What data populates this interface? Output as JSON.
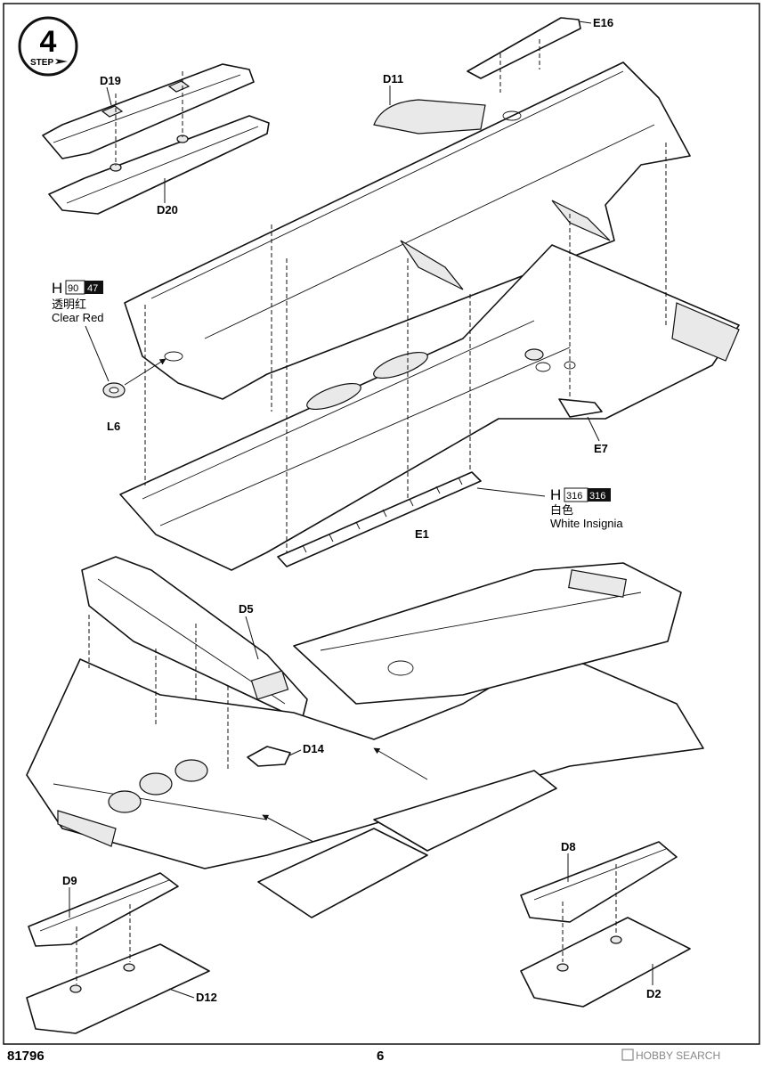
{
  "step": {
    "number": "4",
    "word": "STEP"
  },
  "parts": [
    "D19",
    "D20",
    "D11",
    "E16",
    "E7",
    "L6",
    "E1",
    "D5",
    "D14",
    "D9",
    "D12",
    "D8",
    "D2"
  ],
  "paints": [
    {
      "code": "H",
      "number": "90",
      "alt": "47",
      "name_cn": "透明红",
      "name_en": "Clear Red"
    },
    {
      "code": "H",
      "number": "316",
      "alt": "316",
      "name_cn": "白色",
      "name_en": "White Insignia"
    }
  ],
  "footer": {
    "kit_number": "81796",
    "page": "6",
    "watermark": "HOBBY SEARCH"
  },
  "colors": {
    "ink": "#111111",
    "paper": "#ffffff",
    "badge": "#111111",
    "watermark": "#888888"
  }
}
